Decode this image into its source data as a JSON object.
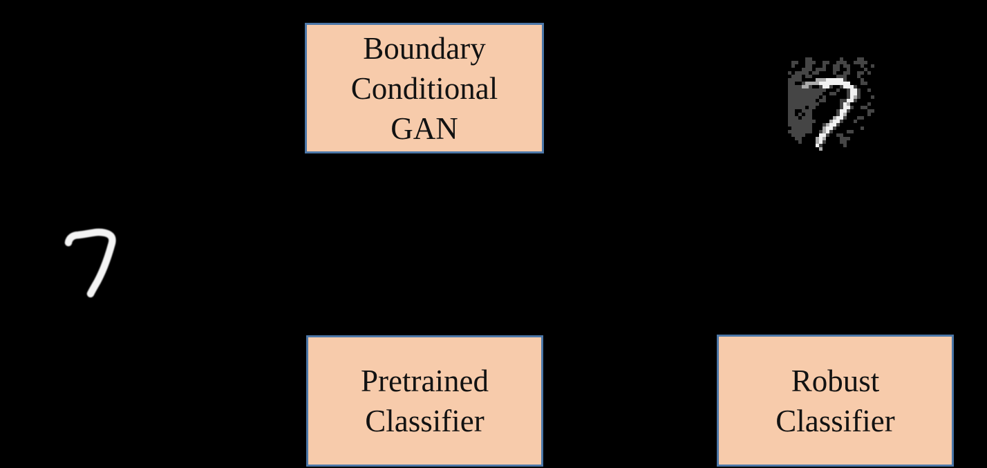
{
  "figure": {
    "background_color": "#000000",
    "box_fill_color": "#F7CBAB",
    "box_border_color": "#4C77A8",
    "boxes": {
      "bcgan": {
        "lines": [
          "Boundary",
          "Conditional",
          "GAN"
        ]
      },
      "pretrained": {
        "lines": [
          "Pretrained",
          "Classifier"
        ]
      },
      "robust": {
        "lines": [
          "Robust",
          "Classifier"
        ]
      }
    },
    "digits": {
      "clean": {
        "value": "7"
      },
      "noisy": {
        "value": "7",
        "cell_size": 5,
        "palette": {
          "g": "#454545",
          "w": "#ababab",
          "W": "#f1f1f1"
        },
        "rows": [
          "......gg........g....gg.....",
          "..gg..ggg..gg..ggg..gggg....",
          "..g...gg...g..gg.gg...g..g..",
          ".....ggg.ggg..gg..g....g....",
          ".g.gggg.gg....g..gg..gg.g...",
          "..ggg.gg.......ggg...g......",
          ".gggg....wwwWWWWWg....g.....",
          ".gg..gwwwwWWWWWWWWW...gg....",
          ".ggggwwg..gWWg..gWWWg.......",
          ".ggggggggggg...g..gWWg..g...",
          ".gggggggggg..gg...gWWg......",
          ".ggggggggg.g......gWwg...g..",
          ".gggggggg.gg....ggWWg.......",
          ".ggggggggg......gWw.....g...",
          ".ggggg.gg.......gWWg..gg....",
          ".gg..ggg.......gWWg.....gg..",
          ".gg.g.gg.......gWw......g...",
          ".ggg.ggg......wWWg...gg.....",
          ".gggggggg....wWWg...g.......",
          ".ggggggg...gwWWg............",
          "..gggggg...wWWg.......g.....",
          ".ggggggg..gwWg....gg........",
          "..gggg....WWg..gg...........",
          "...gg....wWw....ggg.........",
          "....g....wWg....gg..........",
          ".........Wg......g..........",
          "..........w.................",
          "............................"
        ]
      }
    }
  }
}
